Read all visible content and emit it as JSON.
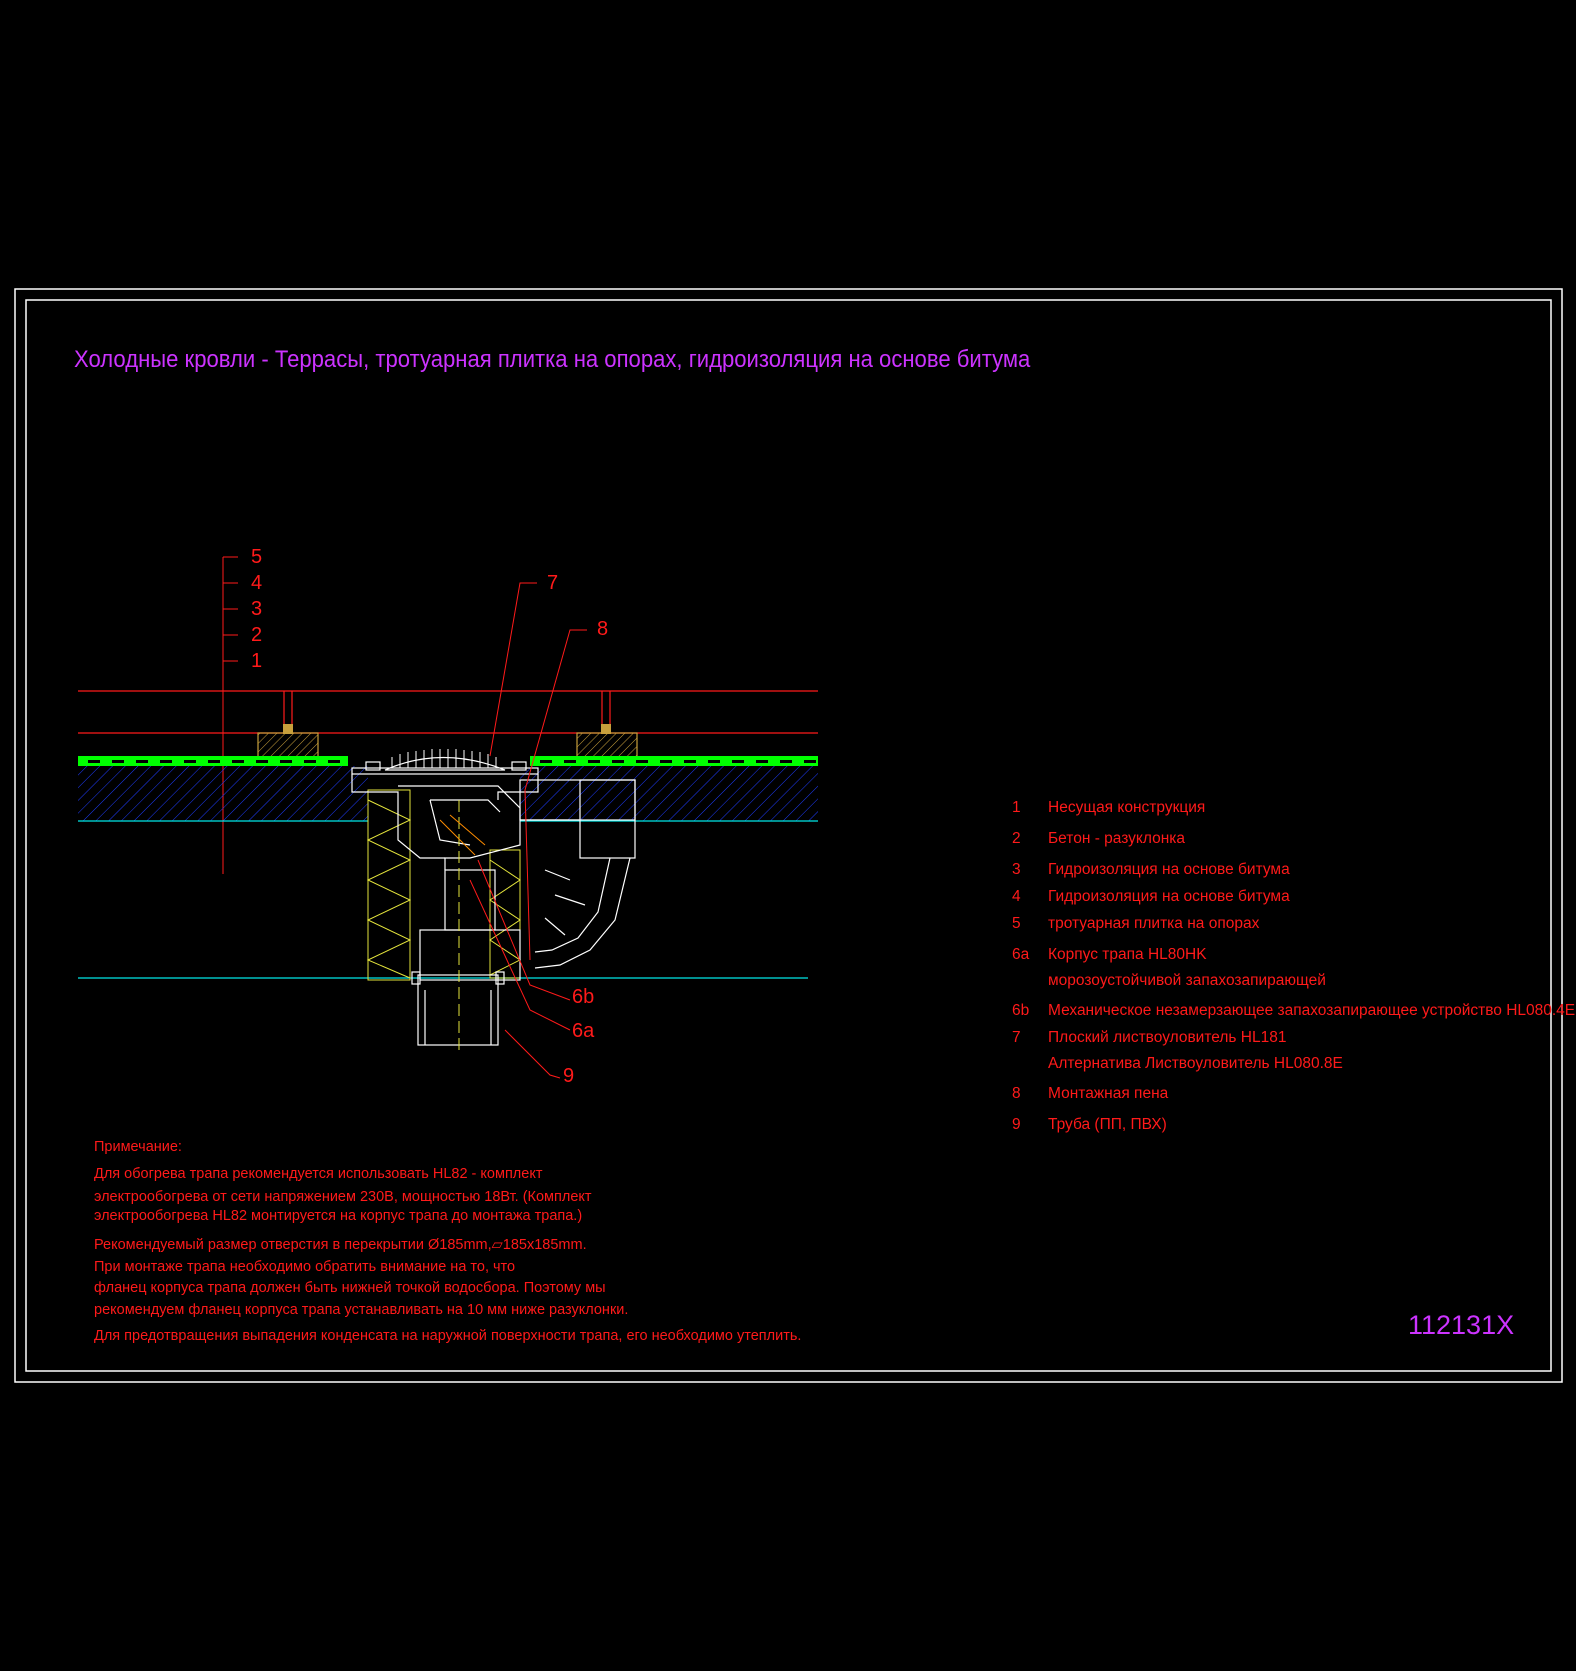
{
  "title": "Холодные кровли - Террасы, тротуарная плитка на опорах, гидроизоляция на основе битума",
  "sheet_code": "112131X",
  "callouts": {
    "layer_labels": [
      "5",
      "4",
      "3",
      "2",
      "1"
    ],
    "c7": "7",
    "c8": "8",
    "c6b": "6b",
    "c6a": "6a",
    "c9": "9"
  },
  "legend": [
    {
      "num": "1",
      "text": "Несущая конструкция"
    },
    {
      "num": "2",
      "text": "Бетон - разуклонка"
    },
    {
      "num": "3",
      "text": "Гидроизоляция на основе битума"
    },
    {
      "num": "4",
      "text": "Гидроизоляция на основе битума"
    },
    {
      "num": "5",
      "text": "тротуарная плитка на опорах"
    },
    {
      "num": "6a",
      "text": "Корпус трапа HL80HK"
    },
    {
      "num": "",
      "text": "морозоустойчивой запахозапирающей"
    },
    {
      "num": "6b",
      "text": "Механическое незамерзающее запахозапирающее устройство HL080.4E"
    },
    {
      "num": "7",
      "text": "Плоский листвоуловитель HL181"
    },
    {
      "num": "",
      "text": "Алтернатива Листвоуловитель HL080.8E"
    },
    {
      "num": "8",
      "text": "Монтажная пена"
    },
    {
      "num": "9",
      "text": "Труба (ПП, ПВХ)"
    }
  ],
  "notes": [
    "Примечание:",
    "Для обогрева трапа рекомендуется использовать HL82 - комплект",
    "электрообогрева от сети напряжением 230В, мощностью 18Вт. (Комплект",
    "электрообогрева HL82 монтируется на корпус трапа до монтажа трапа.)",
    "Рекомендуемый размер отверстия в перекрытии Ø185mm,▱185x185mm.",
    "При монтаже трапа необходимо обратить внимание на то, что",
    "фланец корпуса трапа должен быть нижней точкой водосбора. Поэтому мы",
    "рекомендуем фланец корпуса трапа устанавливать на 10 мм ниже разуклонки.",
    "Для предотвращения выпадения конденсата на наружной поверхности трапа, его необходимо утеплить."
  ],
  "colors": {
    "frame": "#ffffff",
    "title": "#cc33ff",
    "text": "#ff1a1a",
    "membrane": "#00ff00",
    "screed_hatch": "#1e3cff",
    "slab_line": "#00e5e5",
    "insulation": "#e5e53c",
    "pedestal": "#c8a03c",
    "drain_body": "#ffffff"
  }
}
